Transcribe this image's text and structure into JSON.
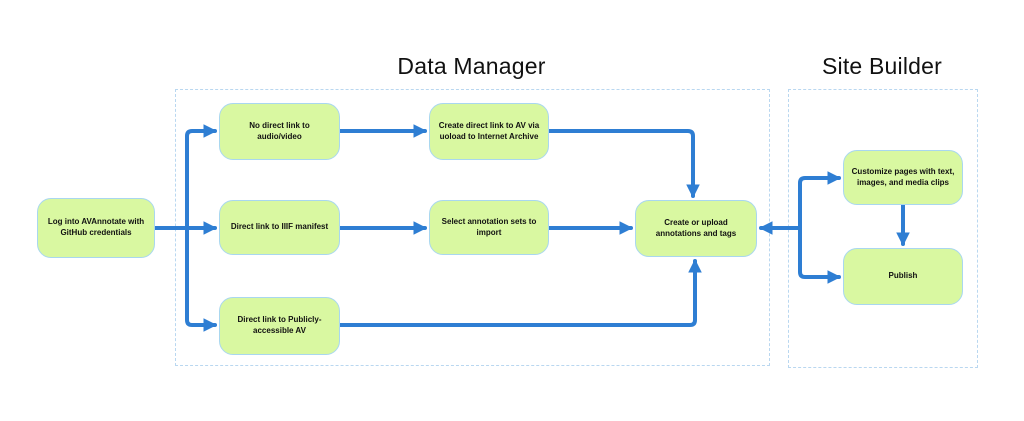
{
  "diagram": {
    "sections": [
      {
        "id": "data-manager",
        "title": "Data Manager"
      },
      {
        "id": "site-builder",
        "title": "Site Builder"
      }
    ],
    "nodes": [
      {
        "id": "login",
        "label": "Log into AVAnnotate with GitHub credentials"
      },
      {
        "id": "no-direct-link",
        "label": "No direct link to audio/video"
      },
      {
        "id": "create-direct-link",
        "label": "Create direct link to AV via uoload to Internet Archive"
      },
      {
        "id": "iiif-manifest",
        "label": "Direct link to IIIF manifest"
      },
      {
        "id": "select-annotation-sets",
        "label": "Select annotation sets to import"
      },
      {
        "id": "publicly-accessible-av",
        "label": "Direct link to Publicly-accessible AV"
      },
      {
        "id": "create-upload-annotations",
        "label": "Create or upload annotations and tags"
      },
      {
        "id": "customize-pages",
        "label": "Customize pages with text, images, and media clips"
      },
      {
        "id": "publish",
        "label": "Publish"
      }
    ],
    "colors": {
      "node_fill": "#d9f8a1",
      "node_border": "#a9d7ef",
      "arrow": "#2e7ed3",
      "section_border": "#b9d7f0",
      "text": "#111111"
    }
  }
}
